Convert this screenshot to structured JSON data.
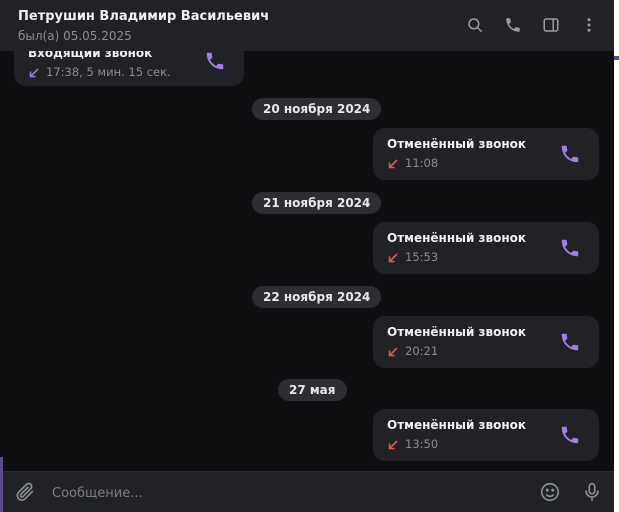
{
  "header": {
    "name": "Петрушин Владимир Васильевич",
    "status": "был(а) 05.05.2025",
    "icons": [
      "search-icon",
      "phone-icon",
      "sidebar-toggle-icon",
      "more-vertical-icon"
    ]
  },
  "messages": [
    {
      "title": "Входящий звонок",
      "meta": "17:38, 5 мин. 15 сек.",
      "kind": "incoming"
    },
    {
      "date": "20 ноября 2024"
    },
    {
      "title": "Отменённый звонок",
      "meta": "11:08",
      "kind": "cancelled"
    },
    {
      "date": "21 ноября 2024"
    },
    {
      "title": "Отменённый звонок",
      "meta": "15:53",
      "kind": "cancelled"
    },
    {
      "date": "22 ноября 2024"
    },
    {
      "title": "Отменённый звонок",
      "meta": "20:21",
      "kind": "cancelled"
    },
    {
      "date": "27 мая"
    },
    {
      "title": "Отменённый звонок",
      "meta": "13:50",
      "kind": "cancelled"
    }
  ],
  "input": {
    "placeholder": "Сообщение..."
  },
  "colors": {
    "accent": "#9b7bd8",
    "incoming_arrow": "#9b7bd8",
    "cancelled_arrow": "#e0584f",
    "bubble": "#212226",
    "background": "#0f0f12"
  }
}
